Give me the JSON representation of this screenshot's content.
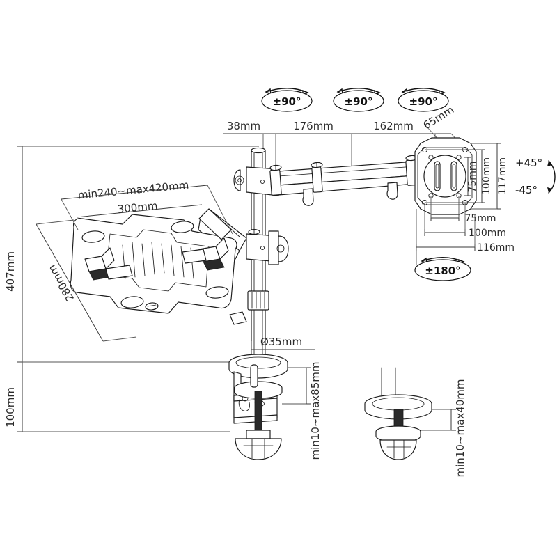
{
  "drawing": {
    "title": "Monitor arm with laptop tray — dimensioned technical drawing",
    "background_color": "#ffffff",
    "line_color": "#1b1b1b",
    "text_color": "#2b2b2b"
  },
  "rotation_badges": [
    {
      "id": "joint-1",
      "label": "±90°"
    },
    {
      "id": "joint-2",
      "label": "±90°"
    },
    {
      "id": "joint-3",
      "label": "±90°"
    }
  ],
  "arm_dimensions": [
    {
      "id": "pole-to-joint",
      "label": "38mm"
    },
    {
      "id": "first-arm-segment",
      "label": "176mm"
    },
    {
      "id": "second-arm-segment",
      "label": "162mm"
    },
    {
      "id": "head-offset",
      "label": "65mm"
    }
  ],
  "vesa": {
    "vertical": [
      {
        "id": "vesa-v-75",
        "label": "75mm"
      },
      {
        "id": "vesa-v-100",
        "label": "100mm"
      },
      {
        "id": "vesa-v-117",
        "label": "117mm"
      }
    ],
    "horizontal": [
      {
        "id": "vesa-h-75",
        "label": "75mm"
      },
      {
        "id": "vesa-h-100",
        "label": "100mm"
      },
      {
        "id": "vesa-h-116",
        "label": "116mm"
      }
    ],
    "tilt": {
      "up_label": "+45°",
      "down_label": "-45°"
    },
    "rotation_label": "±180°"
  },
  "tray": {
    "width_range_label": "min240~max420mm",
    "width_label": "300mm",
    "depth_label": "280mm"
  },
  "column": {
    "height_label": "407mm",
    "lower_height_label": "100mm",
    "pole_diameter_label": "Ø35mm"
  },
  "mounts": {
    "clamp_label": "min10~max85mm",
    "grommet_label": "min10~max40mm"
  }
}
